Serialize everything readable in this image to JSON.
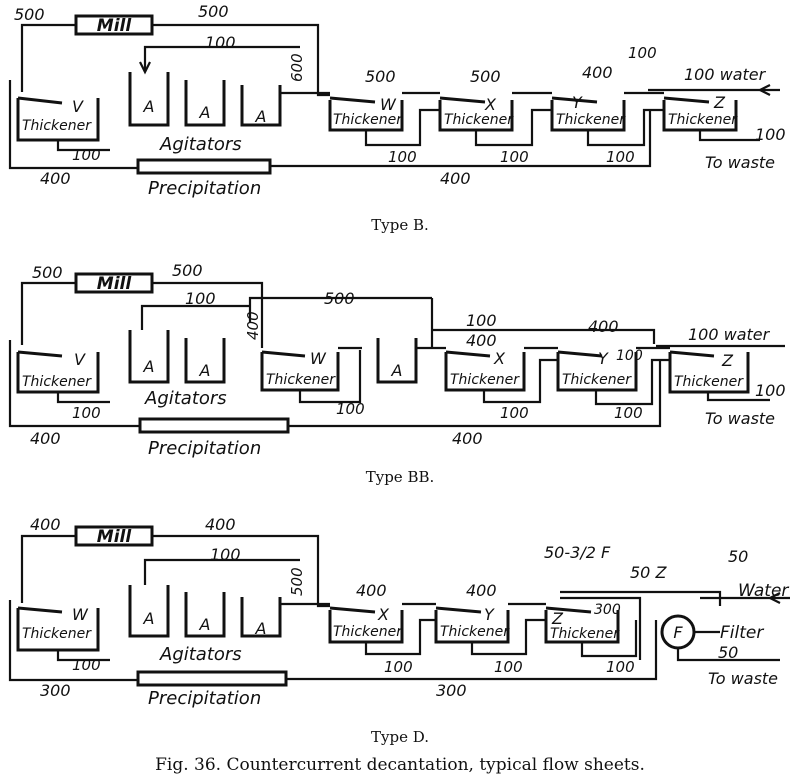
{
  "figure_caption": "Fig. 36. Countercurrent decantation, typical flow sheets.",
  "common": {
    "mill": "Mill",
    "agitator": "A",
    "agitators": "Agitators",
    "precipitation": "Precipitation",
    "thickener": "Thickener",
    "to_waste": "To waste"
  },
  "type_b": {
    "title": "Type B.",
    "thickener_letters": [
      "V",
      "W",
      "X",
      "Y",
      "Z"
    ],
    "flows": {
      "mill_return": "500",
      "mill_to_agitators": "500",
      "top_return": "100",
      "to_w": "600",
      "w_over": "500",
      "x_over": "500",
      "y_over": "400",
      "y_side": "100",
      "water_in": "100 water",
      "v_under": "100",
      "w_under": "100",
      "x_under": "100",
      "y_under": "100",
      "waste": "100",
      "precip_left": "400",
      "precip_right": "400"
    }
  },
  "type_bb": {
    "title": "Type BB.",
    "thickener_letters": [
      "V",
      "W",
      "X",
      "Y",
      "Z"
    ],
    "flows": {
      "mill_return": "500",
      "mill_to_agitators": "500",
      "top_return": "100",
      "long_return": "500",
      "w_side": "400",
      "x_return": "100",
      "x_inner": "400",
      "y_over": "400",
      "y_side": "100",
      "water_in": "100 water",
      "v_under": "100",
      "w_under": "100",
      "x_under": "100",
      "y_under": "100",
      "waste": "100",
      "precip_left": "400",
      "precip_right": "400"
    }
  },
  "type_d": {
    "title": "Type D.",
    "thickener_letters": [
      "W",
      "X",
      "Y",
      "Z"
    ],
    "filter_letter": "F",
    "filter_label": "Filter",
    "water_in": "Water",
    "flows": {
      "mill_return": "400",
      "mill_to_agitators": "400",
      "top_return": "100",
      "to_x": "500",
      "x_over": "400",
      "y_over": "400",
      "z_inner": "300",
      "fifty_f": "50-3/2 F",
      "fifty_z": "50 Z",
      "fifty": "50",
      "w_under": "100",
      "x_under": "100",
      "y_under": "100",
      "z_under": "100",
      "waste": "50",
      "precip_left": "300",
      "precip_right": "300"
    }
  }
}
